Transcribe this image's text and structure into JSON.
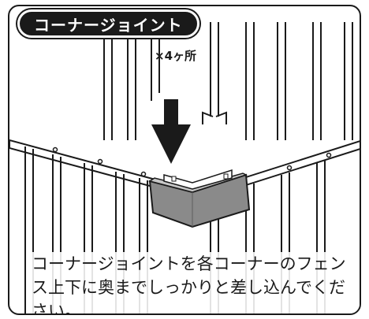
{
  "title": "コーナージョイント",
  "quantity": "×4ヶ所",
  "caption_lines": [
    "コーナージョイントを各コーナーのフェン",
    "ス上下に奥までしっかりと差し込んでくだ",
    "さい。"
  ],
  "colors": {
    "badge_bg": "#1a1a1a",
    "line": "#1a1a1a",
    "joint_fill": "#8a8a8a",
    "joint_highlight": "#c7c7c7",
    "arrow": "#1a1a1a"
  },
  "icons": {
    "arrow": "down-arrow-icon"
  }
}
